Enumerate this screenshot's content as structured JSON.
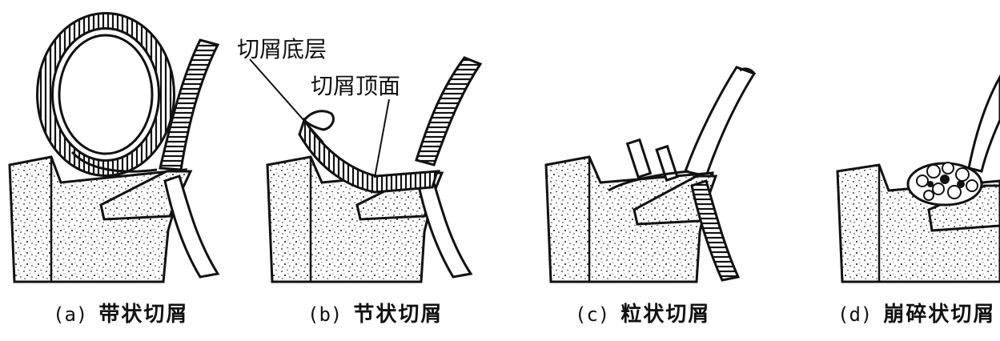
{
  "colors": {
    "ink": "#111111",
    "paper": "#ffffff"
  },
  "callouts": {
    "chip_bottom": "切屑底层",
    "chip_top": "切屑顶面"
  },
  "panels": [
    {
      "letter": "(a)",
      "name": "带状切屑"
    },
    {
      "letter": "(b)",
      "name": "节状切屑"
    },
    {
      "letter": "(c)",
      "name": "粒状切屑"
    },
    {
      "letter": "(d)",
      "name": "崩碎状切屑"
    }
  ]
}
